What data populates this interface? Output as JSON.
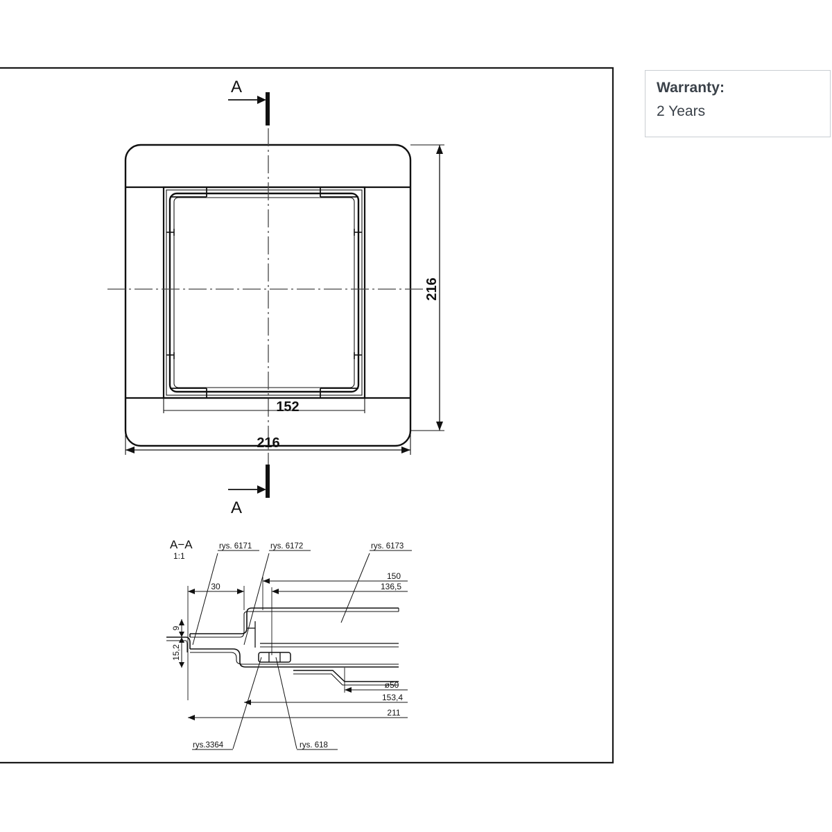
{
  "document": {
    "type": "technical-drawing",
    "border_color": "#1a1a1a"
  },
  "warranty": {
    "label": "Warranty:",
    "value": "2 Years",
    "border_color": "#c9cdd2",
    "text_color": "#3a4149"
  },
  "main_view": {
    "section_marker_top": "A",
    "section_marker_bottom": "A",
    "dimensions": {
      "width": "216",
      "height": "216",
      "inner_width": "152"
    }
  },
  "section_view": {
    "title": "A−A",
    "scale": "1:1",
    "part_labels": [
      {
        "id": "rys-6171",
        "text": "rys.  6171"
      },
      {
        "id": "rys-6172",
        "text": "rys.  6172"
      },
      {
        "id": "rys-6173",
        "text": "rys.  6173"
      },
      {
        "id": "rys-3364",
        "text": "rys.3364"
      },
      {
        "id": "rys-618",
        "text": "rys.  618"
      }
    ],
    "dimensions": {
      "d30": "30",
      "d150": "150",
      "d136_5": "136,5",
      "d9": "9",
      "d15_2": "15,2",
      "d_diam50": "ø50",
      "d153_4": "153,4",
      "d211": "211"
    }
  }
}
